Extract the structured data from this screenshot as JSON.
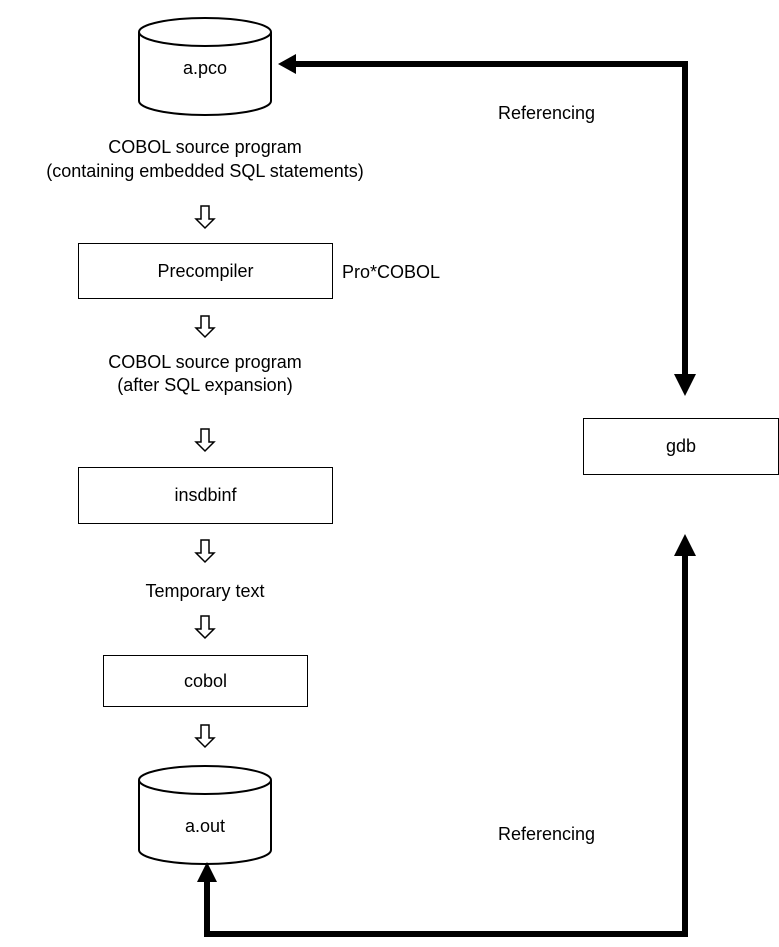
{
  "diagram": {
    "source_db": "a.pco",
    "source_desc_line1": "COBOL source program",
    "source_desc_line2": "(containing embedded SQL statements)",
    "step_precompiler": "Precompiler",
    "precompiler_tool": "Pro*COBOL",
    "expanded_desc_line1": "COBOL source program",
    "expanded_desc_line2": "(after SQL expansion)",
    "step_insdbinf": "insdbinf",
    "temp_text": "Temporary text",
    "step_cobol": "cobol",
    "output_db": "a.out",
    "debugger": "gdb",
    "ref_top": "Referencing",
    "ref_bottom": "Referencing"
  }
}
